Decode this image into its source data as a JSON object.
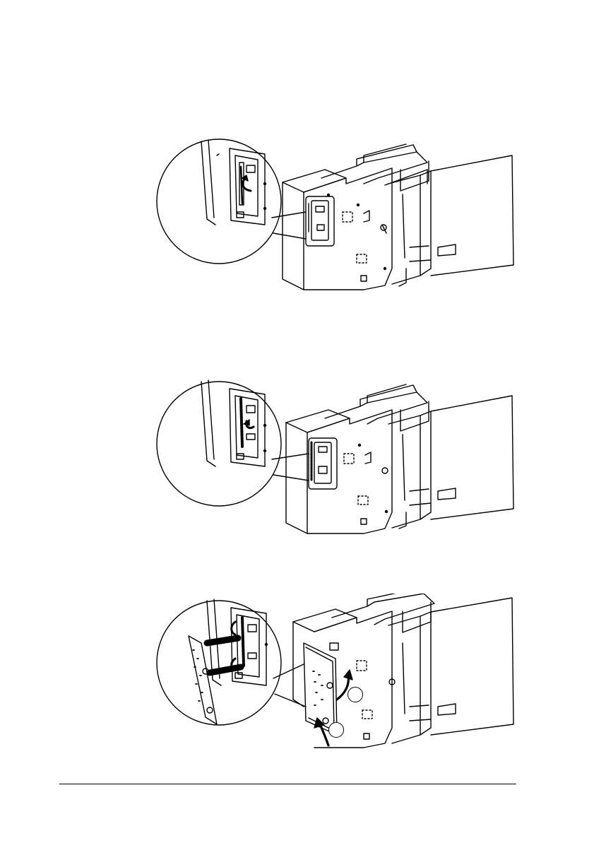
{
  "page": {
    "background": "#ffffff",
    "ink": "#000000"
  },
  "figures": [
    {
      "id": "fig1",
      "step": "remove-cover-screws",
      "callouts": []
    },
    {
      "id": "fig2",
      "step": "lift-connector-latch",
      "callouts": []
    },
    {
      "id": "fig3",
      "step": "attach-side-cover",
      "callouts": [
        "",
        ""
      ]
    }
  ],
  "footer": {
    "page_number": "",
    "section": ""
  }
}
